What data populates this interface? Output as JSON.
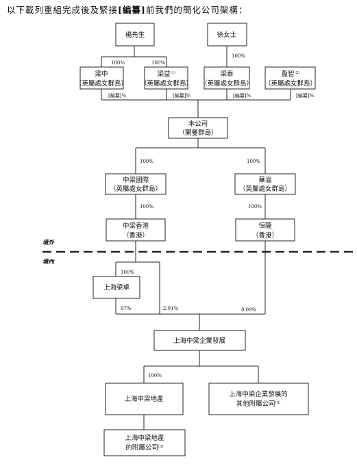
{
  "intro": {
    "before": "以下載列重組完成後及緊接",
    "redacted": "[編纂]",
    "after": "前我們的簡化公司架構："
  },
  "entities": {
    "yang": "楊先生",
    "xu": "徐女士",
    "liangzhong": [
      "梁中",
      "（英屬處女群島）"
    ],
    "liangyi": [
      "梁益",
      "（英屬處女群島）"
    ],
    "liangyi_note": "(1)",
    "liangtai": [
      "梁泰",
      "（英屬處女群島）"
    ],
    "yingzhi": [
      "盈智",
      "（英屬處女群島）"
    ],
    "yingzhi_note": "(2)",
    "company": [
      "本公司",
      "（開曼群島）"
    ],
    "zlintl": [
      "中梁國際",
      "（英屬處女群島）"
    ],
    "huayi": [
      "華溢",
      "（英屬處女群島）"
    ],
    "zlhk": [
      "中梁香港",
      "（香港）"
    ],
    "henglong": [
      "恒隴",
      "（香港）"
    ],
    "shliangzhuo": "上海梁卓",
    "shzlqy": "上海中梁企業發展",
    "shzldc": "上海中梁地產",
    "others": [
      "上海中梁企業發展的",
      "其他附屬公司"
    ],
    "others_note": "(3)",
    "dcsubs": [
      "上海中梁地產",
      "的附屬公司"
    ],
    "dcsubs_note": "(3)"
  },
  "percentages": {
    "yang_lz": "100%",
    "yang_ly": "100%",
    "xu_lt": "100%",
    "lz_co": "[編纂]%",
    "ly_co": "[編纂]%",
    "lt_co": "[編纂]%",
    "yz_co": "[編纂]%",
    "co_zl": "100%",
    "co_hy": "100%",
    "zl_hk": "100%",
    "hy_hl": "100%",
    "hk_sz": "100%",
    "sz_qy": "97%",
    "hk_qy": "2.91%",
    "hl_qy": "0.09%",
    "qy_dc": "100%"
  },
  "zones": {
    "offshore": "境外",
    "onshore": "境內"
  }
}
